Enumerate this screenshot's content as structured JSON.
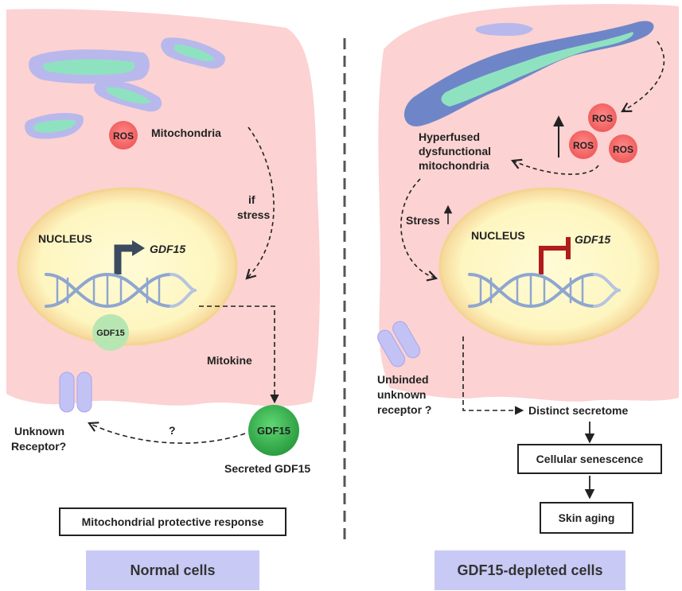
{
  "left": {
    "ros": "ROS",
    "mitochondria": "Mitochondria",
    "if_stress": [
      "if",
      "stress"
    ],
    "nucleus": "NUCLEUS",
    "gene": "GDF15",
    "intracellular_protein": "GDF15",
    "mitokine": "Mitokine",
    "secreted_protein": "GDF15",
    "secreted_label": "Secreted GDF15",
    "question": "?",
    "receptor": [
      "Unknown",
      "Receptor?"
    ],
    "response_box": "Mitochondrial protective response",
    "panel_label": "Normal cells"
  },
  "right": {
    "ros": [
      "ROS",
      "ROS",
      "ROS"
    ],
    "hyperfused": [
      "Hyperfused",
      "dysfunctional",
      "mitochondria"
    ],
    "stress": "Stress",
    "nucleus": "NUCLEUS",
    "gene": "GDF15",
    "receptor": [
      "Unbinded",
      "unknown",
      "receptor ?"
    ],
    "secretome": "Distinct secretome",
    "senescence_box": "Cellular senescence",
    "aging_box": "Skin aging",
    "panel_label": "GDF15-depleted cells"
  },
  "colors": {
    "cell": "#fcd2d2",
    "nucleus": "#fef8c6",
    "nucleus_rim": "#f7dda4",
    "mito_outer": "#b8b8ec",
    "mito_inner": "#8fe2c0",
    "ros": "#f76c6c",
    "gdf15": "#3fbf55",
    "promoter_active": "#3b4a5e",
    "promoter_inhibited": "#b01c1c",
    "receptor": "#c3c2f5",
    "panel_label_bg": "#c8caf5"
  }
}
